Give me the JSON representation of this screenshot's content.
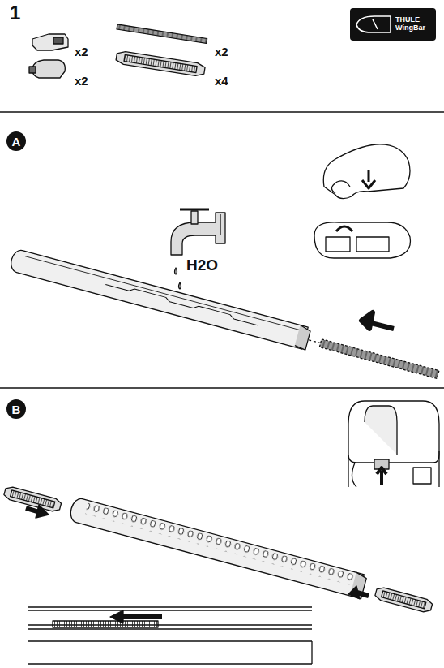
{
  "diagram": {
    "nodes": [
      {
        "text": [
          "THULE WingBar"
        ]
      },
      {
        "text": [
          "A"
        ]
      },
      {
        "text": [
          "B"
        ]
      }
    ],
    "labels": [
      "1",
      "x2",
      "x2",
      "x2",
      "x4",
      "H2O"
    ]
  }
}
